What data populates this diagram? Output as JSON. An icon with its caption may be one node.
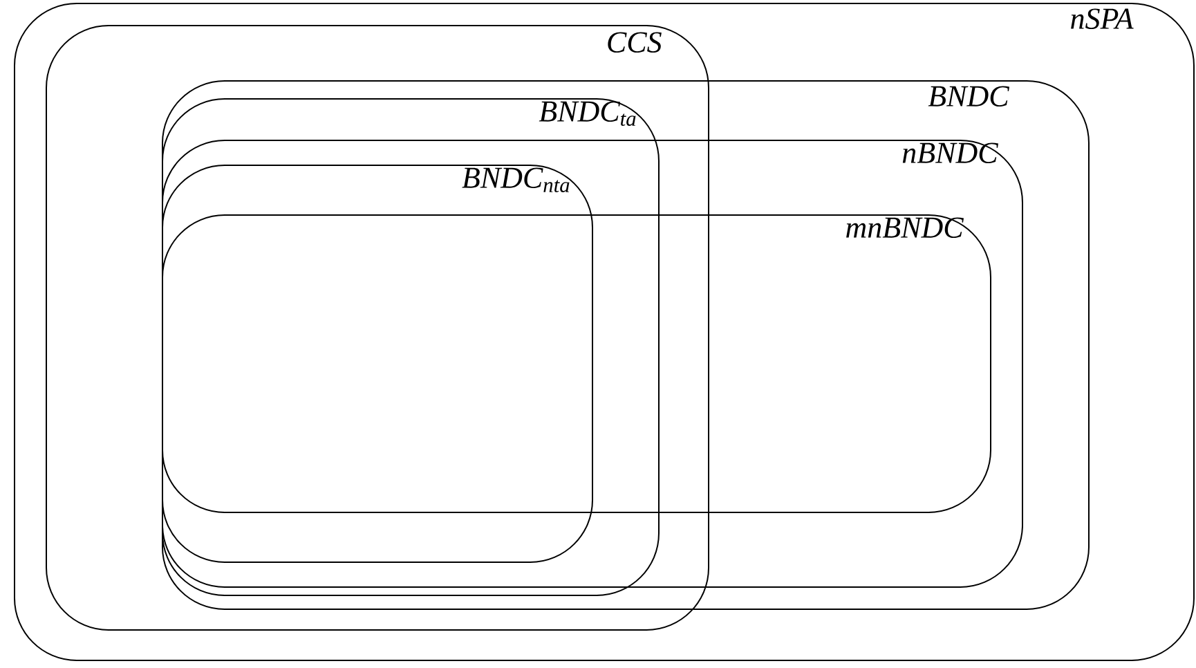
{
  "diagram": {
    "nodes": [
      {
        "text": [
          "nSPA"
        ]
      },
      {
        "text": [
          "CCS"
        ],
        "in": 0
      },
      {
        "text": [
          "BNDC"
        ],
        "in": 0
      },
      {
        "text": [
          "BNDC$_{ta}$"
        ]
      },
      {
        "text": [
          "nBNDC"
        ],
        "in": 2
      },
      {
        "text": [
          "BNDC$_{nta}$"
        ],
        "in": 3
      },
      {
        "text": [
          "mnBNDC"
        ],
        "in": 4
      }
    ]
  }
}
